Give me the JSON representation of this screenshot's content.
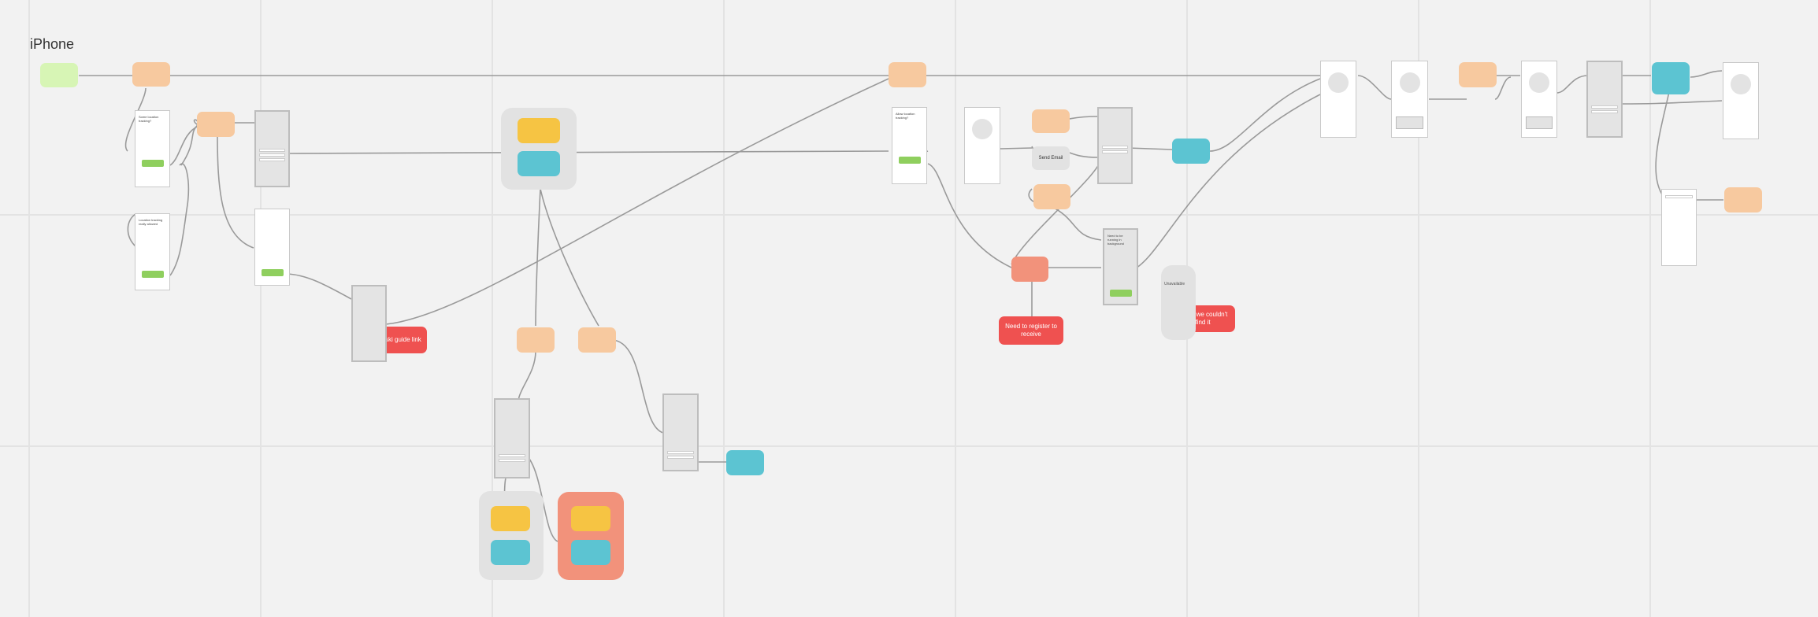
{
  "board": {
    "title": "iPhone"
  },
  "colors": {
    "background": "#f2f2f2",
    "start": "#d7f5b5",
    "step": "#f7c99f",
    "info": "#5cc4d2",
    "note": "#f6c443",
    "warning": "#f2927b",
    "error": "#ef5150",
    "button": "#8fcf5e"
  },
  "nodes": {
    "red_1": "Get a ski guide link",
    "red_2": "Need to register to receive",
    "red_3": "Sorry, we couldn't find it",
    "pill_1": "Send Email",
    "group_label": "Unavailable"
  },
  "screens": {
    "s1": {
      "text": "Some location tracking?"
    },
    "s2": {
      "text": "Location tracking really allowed"
    },
    "s3": {
      "text": "Allow location tracking?"
    },
    "s4": {
      "text": "Need to be running in background"
    }
  }
}
